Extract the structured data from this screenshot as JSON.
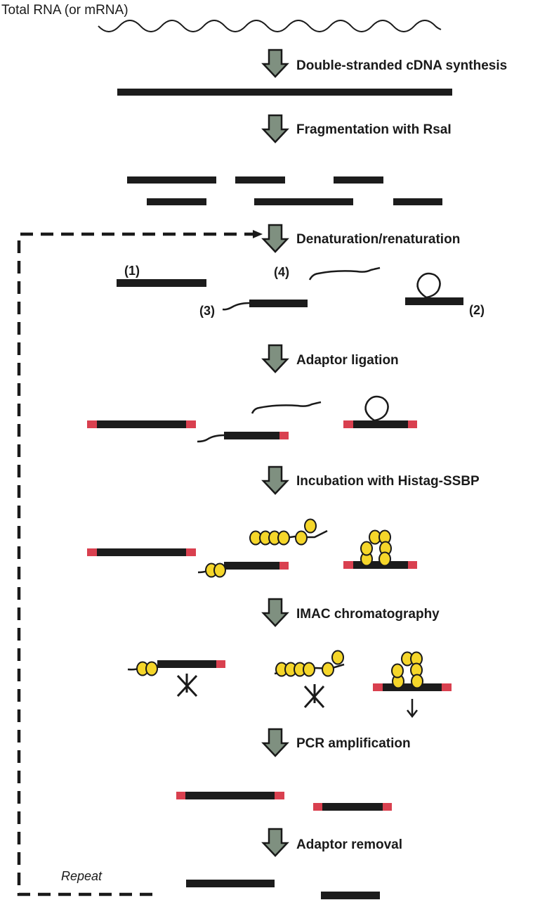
{
  "title_label": "Total RNA (or mRNA)",
  "steps": [
    {
      "label": "Double-stranded cDNA synthesis"
    },
    {
      "label": "Fragmentation with RsaI"
    },
    {
      "label": "Denaturation/renaturation"
    },
    {
      "label": "Adaptor ligation"
    },
    {
      "label": "Incubation with Histag-SSBP"
    },
    {
      "label": "IMAC chromatography"
    },
    {
      "label": "PCR amplification"
    },
    {
      "label": "Adaptor removal"
    }
  ],
  "species_labels": [
    "(1)",
    "(2)",
    "(3)",
    "(4)"
  ],
  "loop_label": "Repeat",
  "colors": {
    "dna": "#1c1c1c",
    "adaptor": "#d9404f",
    "ssbp": "#f5d62a",
    "arrow_fill": "#7f9080",
    "arrow_stroke": "#1a1a1a"
  }
}
